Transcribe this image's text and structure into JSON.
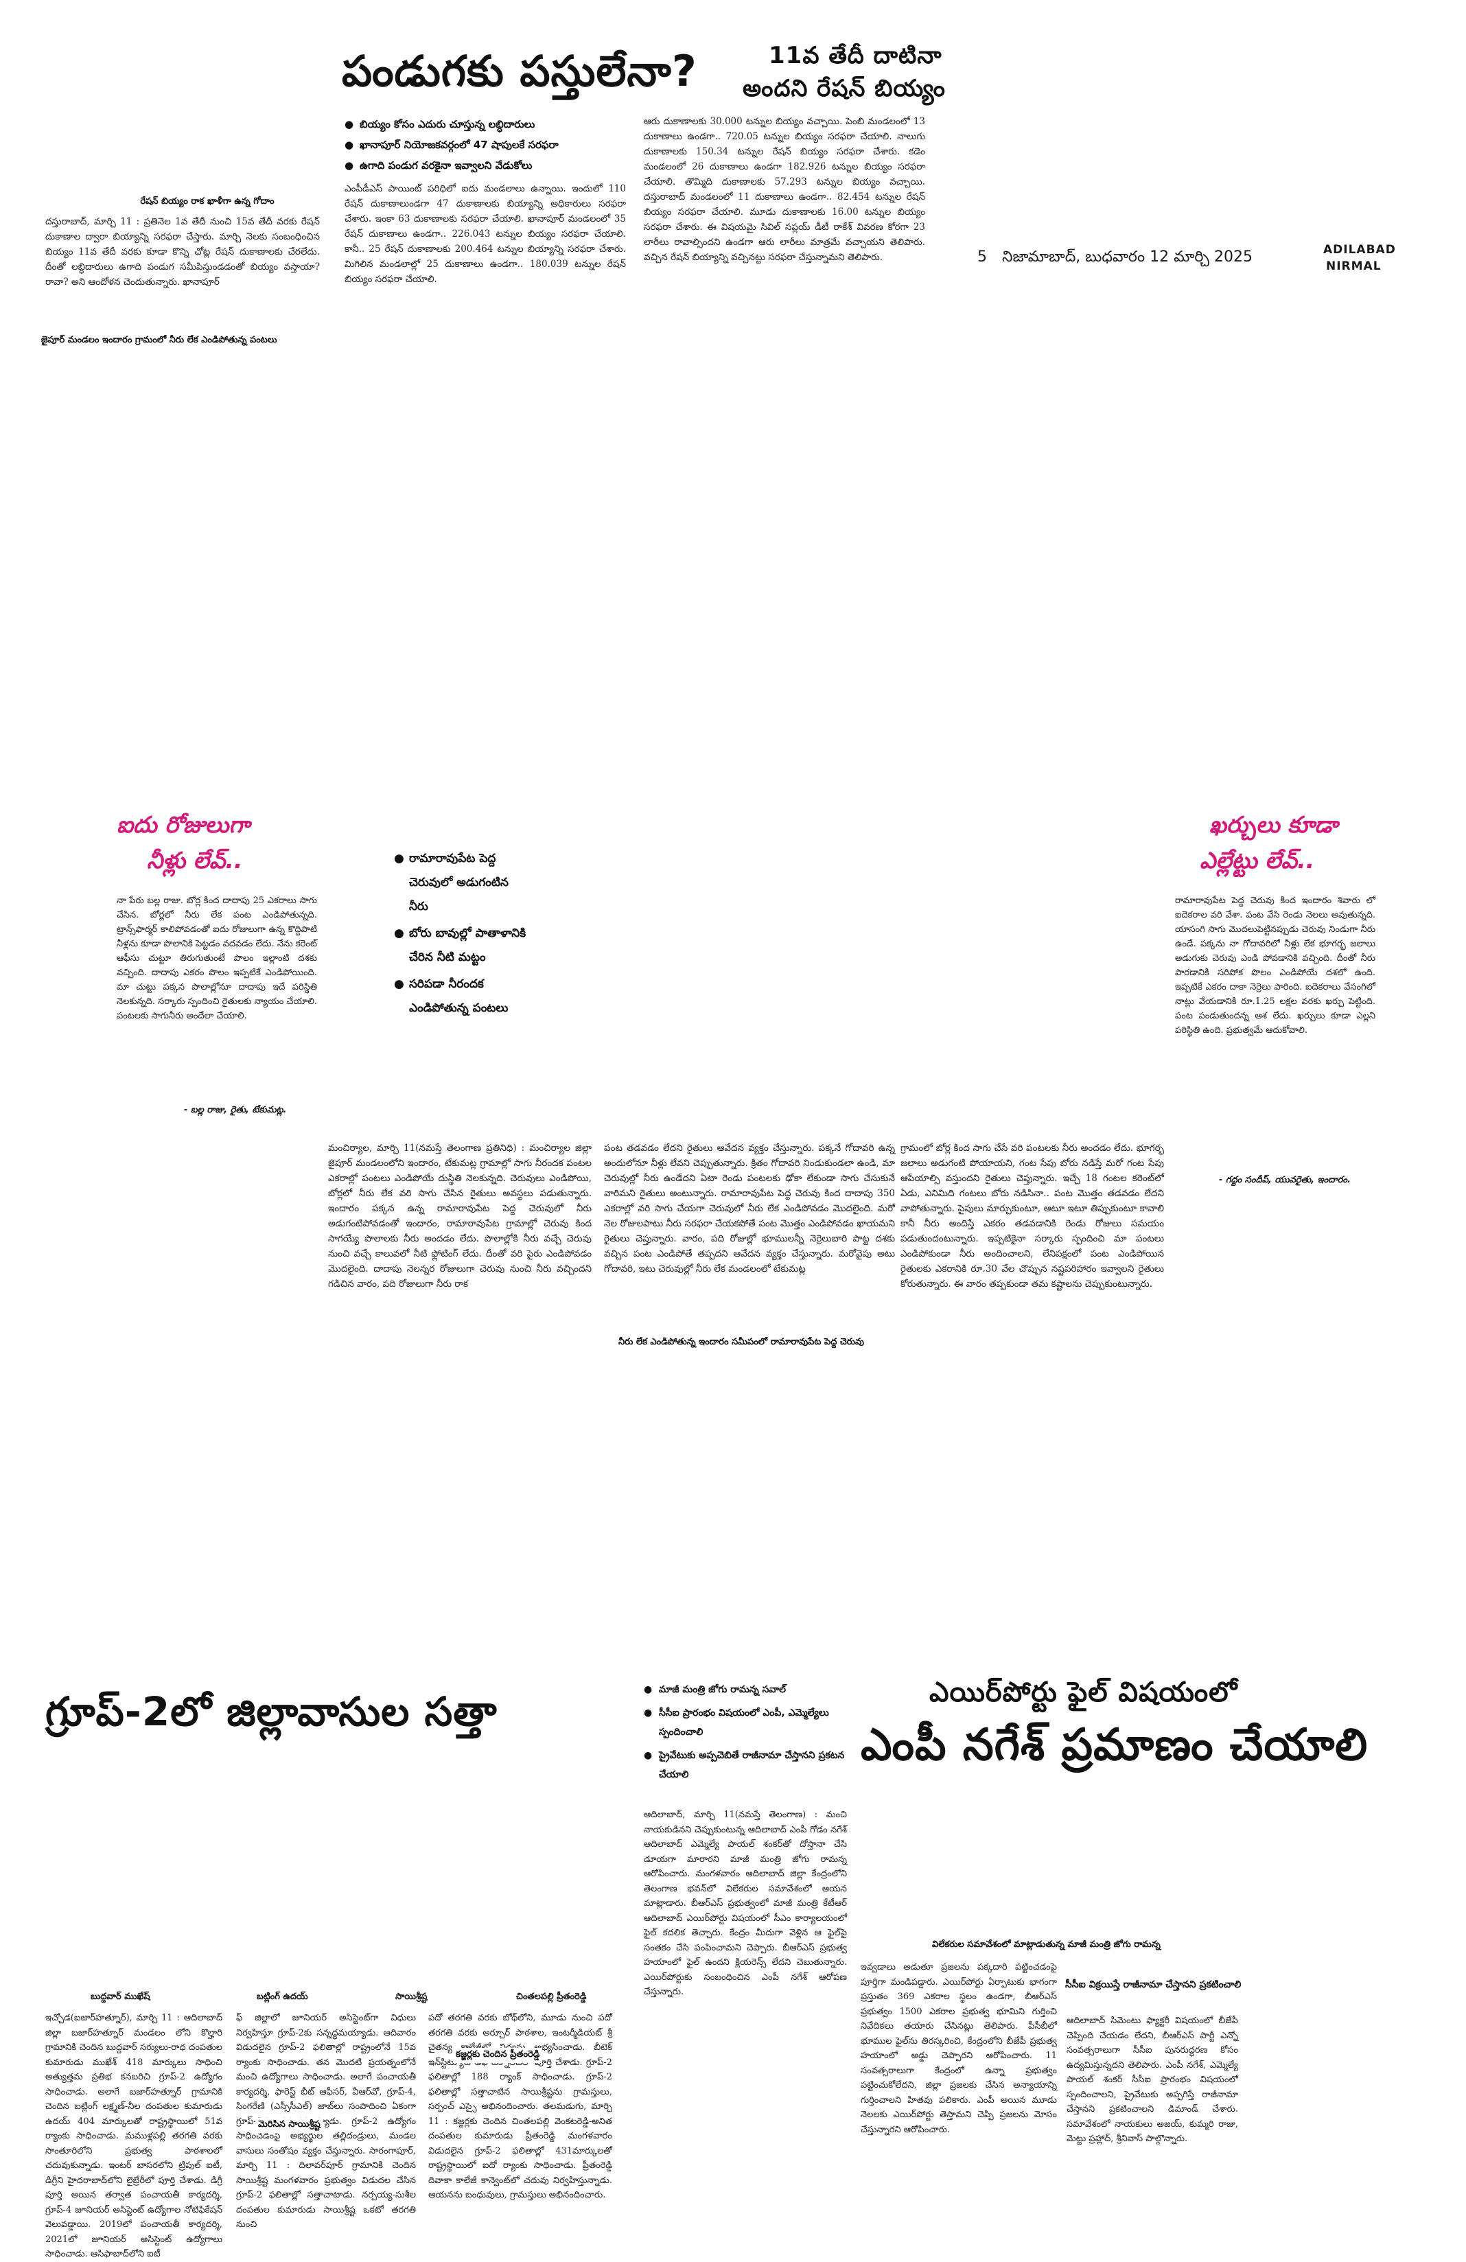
{
  "masthead": {
    "page_number": "5",
    "dateline": "నిజామాబాద్, బుధవారం 12 మార్చి 2025",
    "edition_line1": "ADILABAD",
    "edition_line2": "NIRMAL"
  },
  "top_story": {
    "headline": "పండుగకు పస్తులేనా?",
    "kicker_line1": "11వ తేదీ దాటినా",
    "kicker_line2": "అందని రేషన్ బియ్యం",
    "bullets": [
      "బియ్యం కోసం ఎదురు చూస్తున్న లబ్ధిదారులు",
      "ఖానాపూర్ నియోజకవర్గంలో 47 షాపులకే సరఫరా",
      "ఉగాది పండుగ వరకైనా ఇవ్వాలని వేడుకోలు"
    ],
    "photo_caption": "రేషన్ బియ్యం రాక ఖాళీగా ఉన్న గోదాం",
    "col1": "దస్తురాబాద్, మార్చి 11 : ప్రతినెల 1వ తేదీ నుంచి 15వ తేదీ వరకు రేషన్ దుకాణాల ద్వారా బియ్యాన్ని సరఫరా చేస్తారు. మార్చి నెలకు సంబంధించిన బియ్యం 11వ తేదీ వరకు కూడా కొన్ని చోట్ల రేషన్ దుకాణాలకు చేరలేదు. దీంతో లబ్ధిదారులు ఉగాది పండుగ సమీపిస్తుండడంతో బియ్యం వస్తాయా? రావా? అని ఆందోళన చెందుతున్నారు. ఖానాపూర్",
    "col2": "ఎంపీడీఎస్ పాయింట్ పరిధిలో ఐదు మండలాలు ఉన్నాయి. ఇందులో 110 రేషన్ దుకాణాలుండగా 47 దుకాణాలకు బియ్యాన్ని అధికారులు సరఫరా చేశారు. ఇంకా 63 దుకాణాలకు సరఫరా చేయాలి. ఖానాపూర్ మండలంలో 35 రేషన్ దుకాణాలు ఉండగా.. 226.043 టన్నుల బియ్యం సరఫరా చేయాలి. కానీ.. 25 రేషన్ దుకాణాలకు 200.464 టన్నుల బియ్యాన్ని సరఫరా చేశారు. మిగిలిన మండలాల్లో 25 దుకాణాలు ఉండగా.. 180.039 టన్నుల రేషన్ బియ్యం సరఫరా చేయాలి.",
    "col3": "ఆరు దుకాణాలకు 30.000 టన్నుల బియ్యం వచ్చాయి. పెంబి మండలంలో 13 దుకాణాలు ఉండగా.. 720.05 టన్నుల బియ్యం సరఫరా చేయాలి. నాలుగు దుకాణాలకు 150.34 టన్నుల రేషన్ బియ్యం సరఫరా చేశారు. కడెం మండలంలో 26 దుకాణాలు ఉండగా 182.926 టన్నుల బియ్యం సరఫరా చేయాలి. తొమ్మిది దుకాణాలకు 57.293 టన్నుల బియ్యం వచ్చాయి. దస్తురాబాద్ మండలంలో 11 దుకాణాలు ఉండగా.. 82.454 టన్నుల రేషన్ బియ్యం సరఫరా చేయాలి. మూడు దుకాణాలకు 16.00 టన్నుల బియ్యం సరఫరా చేశారు. ఈ విషయమై సివిల్ సప్లయ్ డీటీ రాకేశ్ వివరణ కోరగా 23 లారీలు రావాల్సిందని ఉండగా ఆరు లారీలు మాత్రమే వచ్చాయని తెలిపారు. వచ్చిన రేషన్ బియ్యాన్ని వచ్చినట్టు సరఫరా చేస్తున్నామని తెలిపారు."
  },
  "middle_story": {
    "top_photo_caption": "జైపూర్ మండలం ఇందారం గ్రామంలో నీరు లేక ఎండిపోతున్న పంటలు",
    "left_quote_title_1": "ఐదు రోజులుగా",
    "left_quote_title_2": "నీళ్లు లేవ్..",
    "left_quote_body": "నా పేరు బల్ల రాజు. బోర్ల కింద దాదాపు 25 ఎకరాలు సాగు చేసిన. బోర్లలో నీరు లేక పంట ఎండిపోతున్నది. ట్రాన్స్‌ఫార్మర్ కాలిపోవడంతో ఐదు రోజులుగా ఉన్న కొద్దిపాటి నీళ్లను కూడా పొలానికి పెట్టడం వదవడం లేదు. నేను కరెంట్ ఆఫీసు చుట్టూ తిరుగుతుంటే పొలం ఇల్లాంటి దశకు వచ్చింది. దాదాపు ఎకరం పొలం ఇప్పటికే ఎండిపోయింది. మా చుట్టు పక్కన పొలాల్లోనూ దాదాపు ఇదే పరిస్థితి నెలకున్నది. సర్కారు స్పందించి రైతులకు న్యాయం చేయాలి. పంటలకు సాగునీరు అందేలా చేయాలి.",
    "left_quote_sign": "- బల్ల రాజు, రైతు, టేకుమట్ల.",
    "bullets": [
      "రామారావుపేట పెద్ద చెరువులో అడుగంటిన నీరు",
      "బోరు బావుల్లో పాతాళానికి చేరిన నీటి మట్టం",
      "సరిపడా నీరందక ఎండిపోతున్న పంటలు"
    ],
    "right_quote_title_1": "ఖర్చులు కూడా",
    "right_quote_title_2": "ఎల్లేట్టు లేవ్..",
    "right_quote_body": "రామారావుపేట పెద్ద చెరువు కింద ఇందారం శివారు లో ఐదెకరాల వరి వేశా. పంట వేసి రెండు నెలలు అవుతున్నది. యాసంగి సాగు మొదలుపెట్టినప్పుడు చెరువు నిండుగా నీరు ఉండే. పక్కను నా గోదావరిలో నీళ్లు లేక భూగర్భ జలాలు అడుగుకు చెరువు ఎండి పోవడానికి వచ్చింది. దీంతో నీరు పారడానికి సరిపోక పొలం ఎండిపోయే దశలో ఉంది. ఇప్పటికే ఎకరం దాకా నెర్రెలు పారింది. ఐదెకరాలు వేసంగిలో నాట్లు వేయడానికి రూ.1.25 లక్షల వరకు ఖర్చు పెట్టింది. పంట పండుతుందన్న ఆశ లేదు. ఖర్చులు కూడా ఎల్లని పరిస్థితి ఉంది. ప్రభుత్వమే ఆదుకోవాలి.",
    "right_quote_sign": "- గద్దం సందీప్, యువరైతు, ఇందారం.",
    "col1": "మంచిర్యాల, మార్చి 11(నమస్తే తెలంగాణ ప్రతినిధి) : మంచిర్యాల జిల్లా జైపూర్ మండలంలోని ఇందారం, టేకుమట్ల గ్రామాల్లో సాగు నీరందక పంటల ఎకరాల్లో పంటలు ఎండిపోయే దుస్థితి నెలకున్నది. చెరువులు ఎండిపోయి, బోర్లలో నీరు లేక వరి సాగు చేసిన రైతులు అవస్థలు పడుతున్నారు. ఇందారం పక్కన ఉన్న రామారావుపేట పెద్ద చెరువులో నీరు అడుగంటిపోవడంతో ఇందారం, రామారావుపేట గ్రామాల్లో చెరువు కింద సాగయ్యే పొలాలకు నీరు అందడం లేదు. పొలాల్లోకి నీరు వచ్చే చెరువు నుంచి వచ్చే కాలువలో నీటి ఫ్లోటింగ్ లేదు. దీంతో వరి పైరు ఎండిపోవడం మొదలైంది. దాదాపు నెలన్నర రోజులుగా చెరువు నుంచి నీరు వచ్చిందని గడిచిన వారం, పది రోజులుగా నీరు రాక",
    "col2": "పంట తడవడం లేదని రైతులు ఆవేదన వ్యక్తం చేస్తున్నారు. పక్కనే గోదావరి ఉన్న అందులోనూ నీళ్లు లేవని చెప్పుతున్నారు. క్రితం గోదావరి నిండుకుండలా ఉండి, మా చెరువుల్లో నీరు ఉండేదని ఏటా రెండు పంటలకు ఢోకా లేకుండా సాగు చేసుకునే వారిమని రైతులు అంటున్నారు. రామారావుపేట పెద్ద చెరువు కింద దాదాపు 350 ఎకరాల్లో వరి సాగు చేయగా చెరువులో నీరు లేక ఎండిపోవడం మొదలైంది. మరో నెల రోజులపాటు నీరు సరఫరా చేయకపోతే పంట మొత్తం ఎండిపోవడం ఖాయమని రైతులు చెప్తున్నారు. వారం, పది రోజుల్లో భూములన్నీ నెర్రెలుబారి పొట్ట దశకు వచ్చిన పంట ఎండిపోతే తప్పదని ఆవేదన వ్యక్తం చేస్తున్నారు. మరోవైపు అటు గోదావరి, ఇటు చెరువుల్లో నీరు లేక మండలంలో టేకుమట్ల",
    "col3": "గ్రామంలో బోర్ల కింద సాగు చేసే వరి పంటలకు నీరు అందడం లేదు. భూగర్భ జలాలు అడుగంటి పోయాయని, గంట సేపు బోరు నడిస్తే మరో గంట సేపు ఆపేయాల్సి వస్తుందని రైతులు చెప్తున్నారు. ఇచ్చే 18 గంటల కరెంట్‌లో ఏడు, ఎనిమిది గంటలు బోరు నడిసినా.. పంట మొత్తం తడవడం లేదని వాపోతున్నారు. పైపులు మార్చుకుంటూ, ఆటూ ఇటూ తిప్పుకుంటూ కావాలి కానీ నీరు అందిస్తే ఎకరం తడవడానికి రెండు రోజులు సమయం పడుతుందంటున్నారు. ఇప్పటికైనా సర్కారు స్పందించి మా పంటలు ఎండిపోకుండా నీరు అందించాలని, లేనిపక్షంలో పంట ఎండిపోయిన రైతులకు ఎకరానికి రూ.30 వేల చొప్పున నష్టపరిహారం ఇవ్వాలని రైతులు కోరుతున్నారు. ఈ వారం తప్పకుండా తమ కష్టాలను చెప్పుకుంటున్నారు.",
    "bottom_photo_caption": "నీరు లేక ఎండిపోతున్న ఇందారం సమీపంలో రామారావుపేట పెద్ద చెరువు"
  },
  "bottom_left_story": {
    "headline": "గ్రూప్-2లో జిల్లావాసుల సత్తా",
    "bullets": [
      "మాజీ మంత్రి జోగు రామన్న సవాల్",
      "సీసీఐ ప్రారంభం విషయంలో ఎంపీ, ఎమ్మెల్యేలు స్పందించాలి",
      "ప్రైవేటుకు అప్పచెబితే రాజీనామా చేస్తానని ప్రకటన చేయాలి"
    ],
    "photo_labels": [
      "బుద్దవార్ ముఖేష్",
      "బట్లింగ్ ఉదయ్",
      "సాయిశ్రీష్ట",
      "చింతలపల్లి ప్రీతంరెడ్డి"
    ],
    "col1": "ఇచ్చోడ(బజార్‌హత్నూర్), మార్చి 11 : ఆదిలాబాద్ జిల్లా బజార్‌హత్నూర్ మండలం లోని కొల్హారి గ్రామానికి చెందిన బుద్దవార్ సర్యులు-రాధ దంపతుల కుమారుడు ముఖేశ్ 418 మార్కులు సాధించి అత్యుత్తమ ప్రతిభ కనబరిచి గ్రూప్-2 ఉద్యోగం సాధించాడు. అలాగే బజార్‌హత్నూర్ గ్రామానికి చెందిన బట్లింగ్ లక్ష్మణ్-నీల దంపతుల కుమారుడు ఉదయ్ 404 మార్కులతో రాష్ట్రస్థాయిలో 51వ ర్యాంకు సాధించాడు. మముళ్లపల్లి తరగతి వరకు సొంతూరిలోని ప్రభుత్వ పాఠశాలలో చదువుకున్నాడు. ఇంటర్ బాసరలోని ట్రిపుల్ ఐటీ, డిగ్రీని హైదరాబాద్‌లోని లైబ్రేరీలో పూర్తి చేశాడు. డిగ్రీ పూర్తి అయిన తర్వాత పంచాయతీ కార్యదర్శి, గ్రూప్-4 జూనియర్ అసిస్టెంట్ ఉద్యోగాల నోటిఫికేషన్ వెలువడ్డాయి. 2019లో పంచాయతీ కార్యదర్శి, 2021లో జూనియర్ అసిస్టెంట్ ఉద్యోగాలు సాధించాడు. ఆసిఫాబాద్‌లోని ఐటీ",
    "col2_heading": "మెరిసిన సాయిశ్రీష్ట",
    "col2": "ఫ్ జిల్లాలో జూనియర్ అసిస్టెంట్‌గా విధులు నిర్వహిస్తూ గ్రూప్-2కు సన్నద్ధమయ్యాడు. ఆదివారం విడుదలైన గ్రూప్-2 ఫలితాల్లో రాష్ట్రంలోనే 15వ ర్యాంకు సాధించాడు. తన మొదటి ప్రయత్నంలోనే మంచి ఉద్యోగాలు సాధించాడు. అలాగే పంచాయతీ కార్యదర్శి, ఫారెస్ట్ బీట్ ఆఫీసర్, వీఆర్‌వో, గ్రూప్-4, సింగరేణి (ఎస్సీసీఎల్) జాబ్‌లు సంపాదించి ఏకంగా గ్రూప్-2కు సన్నద్ధమయ్యాడు. గ్రూప్-2 ఉద్యోగం సాధించడంపై అభ్యర్థుల తల్లిదండ్రులు, మండల వాసులు సంతోషం వ్యక్తం చేస్తున్నారు. సారంగాపూర్, మార్చి 11 : దిలావర్‌పూర్ గ్రామానికి చెందిన సాయిశ్రీష్ట మంగళవారం ప్రభుత్వం విడుదల చేసిన గ్రూప్-2 ఫలితాల్లో సత్తాచాటాడు. నర్సయ్య-సుశీల దంపతుల కుమారుడు సాయిశ్రీష్ట ఒకటో తరగతి నుంచి",
    "col3_heading": "కజ్జర్లకు చెందిన ప్రీతంరెడ్డి",
    "col3": "పదో తరగతి వరకు బోథ్‌లోని, మూడు నుంచి పదో తరగతి వరకు అర్చూర్ పాఠశాల, ఇంటర్మీడియట్ శ్రీ చైతన్య కాలేజీలో విద్యను అభ్యసించాడు. బీటెక్ ఇన్‌స్టిట్యూట్ ఆఫ్ టెక్నాలజీలో పూర్తి చేశాడు. గ్రూప్-2 ఫలితాల్లో 188 ర్యాంక్ సాధించాడు. గ్రూప్-2 ఫలితాల్లో సత్తాచాటిన సాయిశ్రీష్టను గ్రామస్తులు, సర్పంచ్ ఎస్సై అభినందించారు. తలమడుగు, మార్చి 11 : కజ్జర్లకు చెందిన చింతలపల్లి వెంకటరెడ్డి-అనిత దంపతుల కుమారుడు ప్రీతంరెడ్డి మంగళవారం విడుదలైన గ్రూప్-2 ఫలితాల్లో 431మార్కులతో రాష్ట్రస్థాయిలో ఐదో ర్యాంకు సాధించాడు. ప్రీతంరెడ్డి దివాకా కాలేజీ కాన్వెంట్‌లో చదువు నిర్వహిస్తున్నాడు. ఆయనను బంధువులు, గ్రామస్తులు అభినందించారు."
  },
  "bottom_right_story": {
    "headline_line1": "ఎయిర్‌పోర్టు ఫైల్ విషయంలో",
    "headline_line2": "ఎంపీ నగేశ్ ప్రమాణం చేయాలి",
    "col1": "ఆదిలాబాద్, మార్చి 11(నమస్తే తెలంగాణ) : మంచి నాయకుడినని చెప్పుకుంటున్న ఆదిలాబాద్ ఎంపీ గోడం నగేశ్ ఆదిలాబాద్ ఎమ్మెల్యే పాయల్ శంకర్‌తో దోస్తానా చేసి డూయగా మారారని మాజీ మంత్రి జోగు రామన్న ఆరోపించారు. మంగళవారం ఆదిలాబాద్ జిల్లా కేంద్రంలోని తెలంగాణ భవన్‌లో విలేకరుల సమావేశంలో ఆయన మాట్లాడారు. బీఆర్‌ఎస్ ప్రభుత్వంలో మాజీ మంత్రి కేటీఆర్ ఆదిలాబాద్ ఎయిర్‌పోర్టు విషయంలో సీఎం కార్యాలయంలో ఫైల్ కదలిక తెచ్చారు. కేంద్రం మీదుగా వెళ్లిన ఆ ఫైల్‌పై సంతకం చేసి పంపించామని చెప్పారు. బీఆర్‌ఎస్ ప్రభుత్వ హయాంలో ఫైల్ ఉందని క్లియరెన్స్ లేదని చెబుతున్నారు. ఎయిర్‌పోర్టుకు సంబంధించిన ఎంపీ నగేశ్ ఆరోపణ చేస్తున్నారు.",
    "col2_heading": "విలేకరుల సమావేశంలో మాట్లాడుతున్న మాజీ మంత్రి జోగు రామన్న",
    "col2": "ఇవ్వడాలు అడుతూ ప్రజలను పక్కదారి పట్టించడంపై పూర్తిగా మండిపడ్డారు. ఎయిర్‌పోర్టు ఏర్పాటుకు భాగంగా ప్రస్తుతం 369 ఎకరాల స్థలం ఉండగా, బీఆర్‌ఎస్ ప్రభుత్వం 1500 ఎకరాల ప్రభుత్వ భూమిని గుర్తించి నివేదికలు తయారు చేసినట్లు తెలిపారు. పీసీబీలో భూముల ఫైల్‌ను తిరస్కరించి, కేంద్రంలోని బీజేపీ ప్రభుత్వ హయాంలో అడ్డు చెప్పారని ఆరోపించారు. 11 సంవత్సరాలుగా కేంద్రంలో ఉన్నా ప్రభుత్వం పట్టించుకోలేదని, జిల్లా ప్రజలకు చేసిన అన్యాయాన్ని గుర్తించాలని హితవు పలికారు. ఎంపీ అయిన మూడు నెలలకు ఎయిర్‌పోర్టు తెస్తామని చెప్పి ప్రజలను మోసం చేస్తున్నారని ఆరోపించారు.",
    "col3_heading": "సీసీఐ విక్రయిస్తే రాజీనామా చేస్తానని ప్రకటించాలి",
    "col3": "ఆదిలాబాద్ సిమెంటు ఫ్యాక్టరీ విషయంలో బీజేపీ చెప్పింది చేయడం లేదని, బీఆర్‌ఎస్ పార్టీ ఎన్నో సంవత్సరాలుగా సీసీఐ పునరుద్ధరణ కోసం ఉద్యమిస్తున్నదని తెలిపారు. ఎంపీ నగేశ్, ఎమ్మెల్యే పాయల్ శంకర్ సీసీఐ ప్రారంభం విషయంలో స్పందించాలని, ప్రైవేటుకు అప్పగిస్తే రాజీనామా చేస్తానని ప్రకటించాలని డిమాండ్ చేశారు. సమావేశంలో నాయకులు అజయ్, కుమ్మరి రాజు, మెట్టు ప్రహ్లాద్, శ్రీనివాస్ పాల్గొన్నారు."
  }
}
